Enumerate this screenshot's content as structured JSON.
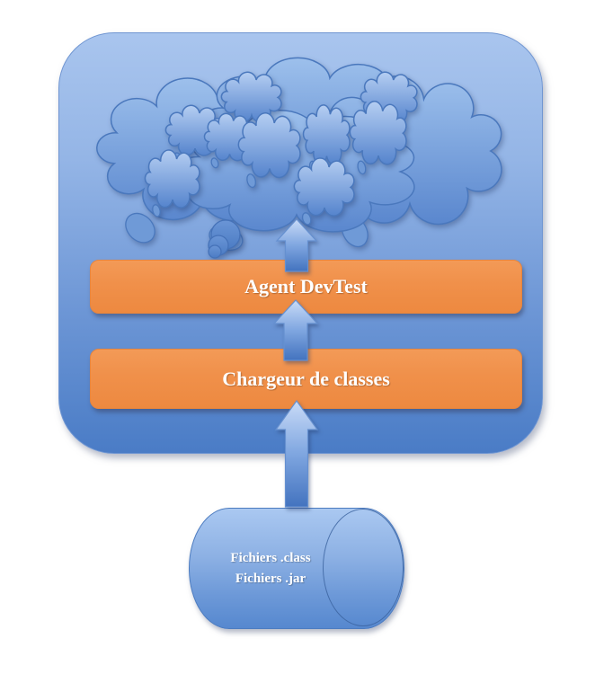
{
  "diagram": {
    "boxes": [
      {
        "id": "agent-devtest",
        "label": "Agent DevTest"
      },
      {
        "id": "class-loader",
        "label": "Chargeur de classes"
      }
    ],
    "datastore": {
      "line1": "Fichiers .class",
      "line2": "Fichiers .jar"
    },
    "icons": {
      "cloud": "thought-bubble-cloud-cluster",
      "arrows": "up-arrow",
      "datastore": "horizontal-cylinder"
    },
    "colors": {
      "container_top": "#a9c5ee",
      "container_bottom": "#4a7cc6",
      "container_border": "#7096d2",
      "box_orange": "#f0904a",
      "cloud_border": "#4a78bd",
      "arrow_light": "#c9dbf7",
      "arrow_dark": "#4373bf",
      "text": "#ffffff",
      "page_background": "#ffffff"
    }
  }
}
